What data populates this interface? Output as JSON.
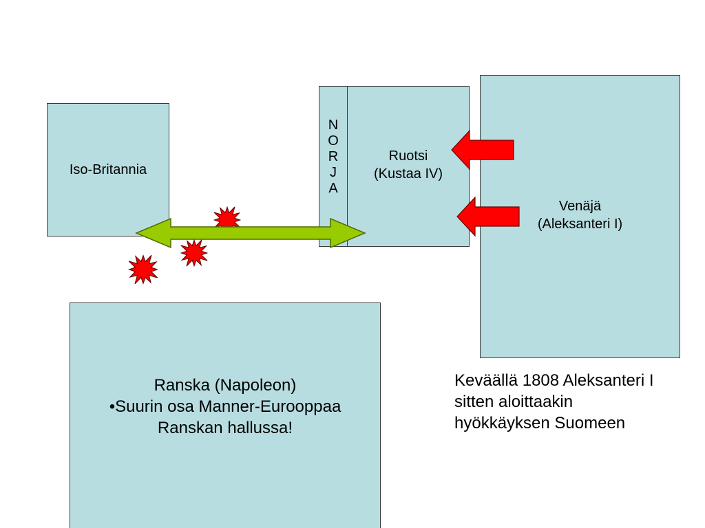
{
  "regions": {
    "britain": {
      "label": "Iso-Britannia"
    },
    "norway": {
      "letters": [
        "N",
        "O",
        "R",
        "J",
        "A"
      ]
    },
    "sweden": {
      "name": "Ruotsi",
      "ruler": "(Kustaa IV)"
    },
    "russia": {
      "name": "Venäjä",
      "ruler": "(Aleksanteri I)"
    },
    "france": {
      "line1": "Ranska (Napoleon)",
      "line2": "•Suurin osa Manner-Eurooppaa",
      "line3": "Ranskan hallussa!"
    }
  },
  "note": {
    "line1": "Keväällä 1808 Aleksanteri I",
    "line2": "sitten aloittaakin",
    "line3": "hyökkäyksen Suomeen"
  },
  "colors": {
    "box_fill": "#b8dde1",
    "trade_arrow": "#99cc00",
    "attack_arrow": "#ff0000",
    "explosion": "#ff0000"
  },
  "icons": {
    "trade_arrow": "double-headed-arrow-icon",
    "attack_arrow": "left-arrow-icon",
    "conflict": "explosion-icon"
  }
}
